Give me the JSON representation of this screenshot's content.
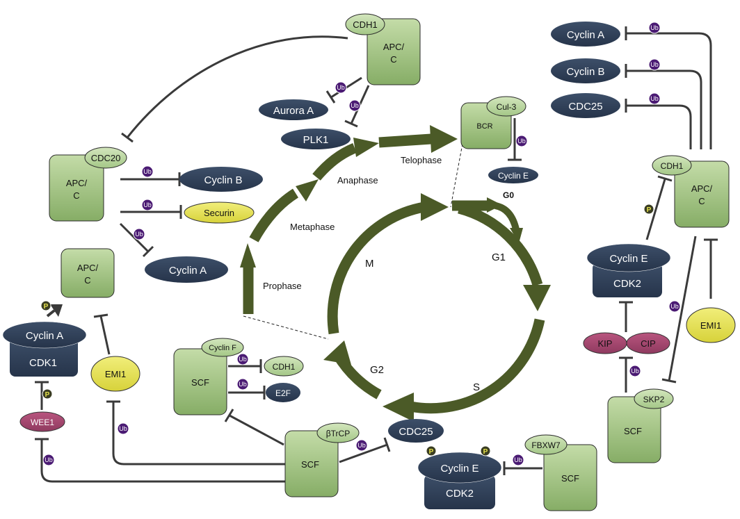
{
  "colors": {
    "background": "#ffffff",
    "cycle_arrow": "#4b5a27",
    "green_box": "#a9c98a",
    "green_box_dark": "#7ea85e",
    "navy": "#2d3c52",
    "yellow": "#e6e24b",
    "magenta": "#a5466f",
    "inhibit_line": "#3a3a3a",
    "ub_badge": "#4a1a73",
    "p_badge": "#3a3d22"
  },
  "phases": {
    "m": "M",
    "g1": "G1",
    "s": "S",
    "g2": "G2",
    "g0": "G0",
    "prophase": "Prophase",
    "metaphase": "Metaphase",
    "anaphase": "Anaphase",
    "telophase": "Telophase"
  },
  "complexes": {
    "apc_c_top": "APC/\nC",
    "cdh1_top": "CDH1",
    "apc_c_left": "APC/\nC",
    "cdc20": "CDC20",
    "apc_c_small": "APC/\nC",
    "apc_c_right": "APC/\nC",
    "cdh1_right": "CDH1",
    "bcr": "BCR",
    "cul3": "Cul-3",
    "scf_cyclinf": "SCF",
    "cyclin_f": "Cyclin F",
    "scf_btrcp": "SCF",
    "btrcp": "βTrCP",
    "scf_fbxw7": "SCF",
    "fbxw7": "FBXW7",
    "scf_skp2": "SCF",
    "skp2": "SKP2"
  },
  "targets": {
    "aurora_a": "Aurora A",
    "plk1": "PLK1",
    "cyclin_b_left": "Cyclin B",
    "securin": "Securin",
    "cyclin_a_left": "Cyclin A",
    "cyclin_e_bcr": "Cyclin E",
    "cyclin_a_right": "Cyclin A",
    "cyclin_b_right": "Cyclin B",
    "cdc25_right": "CDC25",
    "cdh1_cf": "CDH1",
    "e2f": "E2F",
    "cdc25_bottom": "CDC25",
    "emi1_left": "EMI1",
    "emi1_right": "EMI1",
    "wee1": "WEE1",
    "kip": "KIP",
    "cip": "CIP"
  },
  "cdk_complexes": {
    "cyclin_a_cdk1": {
      "cyclin": "Cyclin A",
      "cdk": "CDK1"
    },
    "cyclin_e_cdk2_right": {
      "cyclin": "Cyclin E",
      "cdk": "CDK2"
    },
    "cyclin_e_cdk2_bottom": {
      "cyclin": "Cyclin E",
      "cdk": "CDK2"
    }
  },
  "badges": {
    "ub": "Ub",
    "p": "P"
  }
}
